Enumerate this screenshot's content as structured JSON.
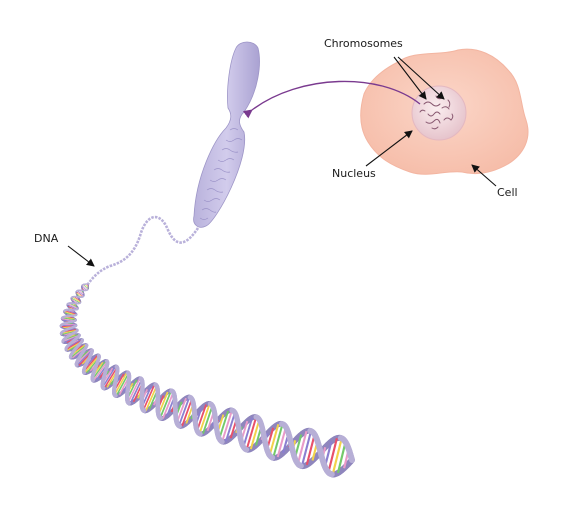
{
  "labels": {
    "chromosomes": "Chromosomes",
    "nucleus": "Nucleus",
    "cell": "Cell",
    "dna": "DNA"
  },
  "colors": {
    "cell_fill": "#f8c7b6",
    "nucleus_fill": "#f3dde0",
    "chromosome_fill": "#c5bfe0",
    "chromosome_pattern": "#9a91c9",
    "helix_backbone": "#b7afd6",
    "helix_backbone_dark": "#8f86bd",
    "arrow_purple": "#7a3a8f",
    "arrow_black": "#111111",
    "base_pair_colors": [
      "#e8506a",
      "#f2d24b",
      "#73c96b",
      "#e99bc9",
      "#8b7fd0"
    ]
  },
  "icons": {
    "cell": "cell-blob-icon",
    "nucleus": "nucleus-icon",
    "chromosome": "chromosome-icon",
    "dna": "dna-helix-icon"
  }
}
